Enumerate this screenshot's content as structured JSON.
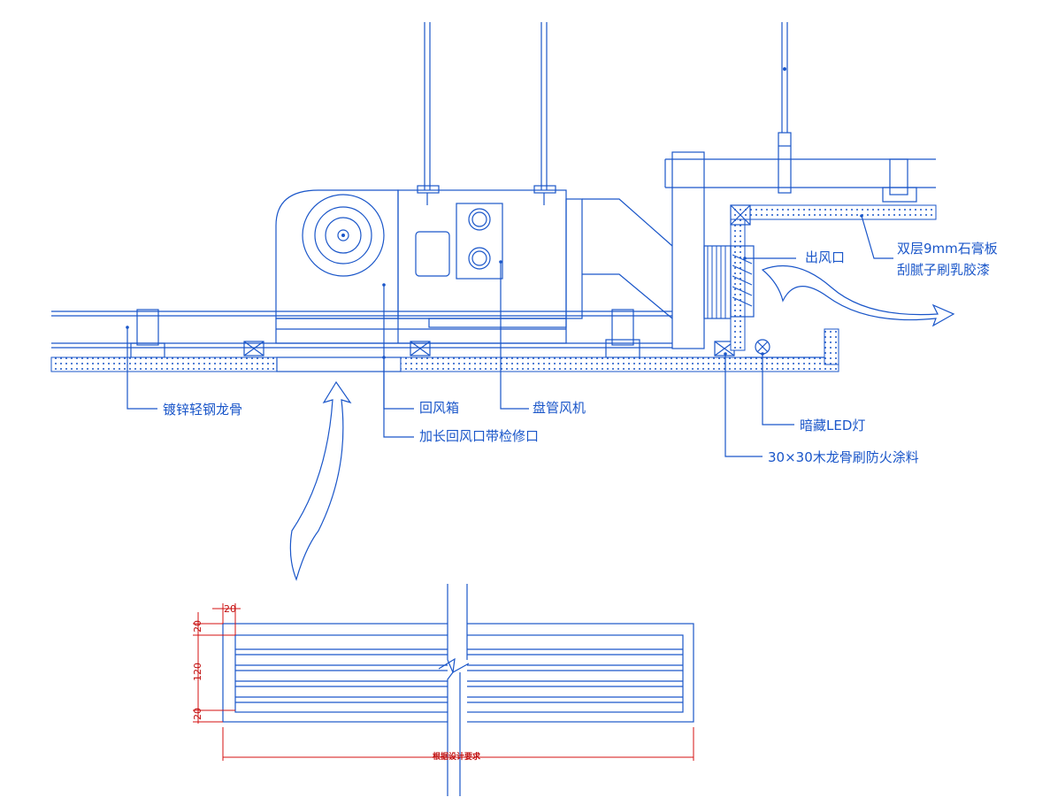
{
  "labels": {
    "keel": "镀锌轻钢龙骨",
    "return_box": "回风箱",
    "return_outlet": "加长回风口带检修口",
    "fan_coil": "盘管风机",
    "outlet": "出风口",
    "gypsum_line1": "双层9mm石膏板",
    "gypsum_line2": "刮腻子刷乳胶漆",
    "led": "暗藏LED灯",
    "wood_keel": "30×30木龙骨刷防火涂料"
  },
  "dimensions": {
    "top_width": "20",
    "frame_top": "20",
    "frame_middle": "120",
    "frame_bottom": "20",
    "overall_length": "根据设计要求"
  },
  "colors": {
    "linework": "#1a56c9",
    "dimension": "#d41010",
    "background": "#ffffff"
  }
}
